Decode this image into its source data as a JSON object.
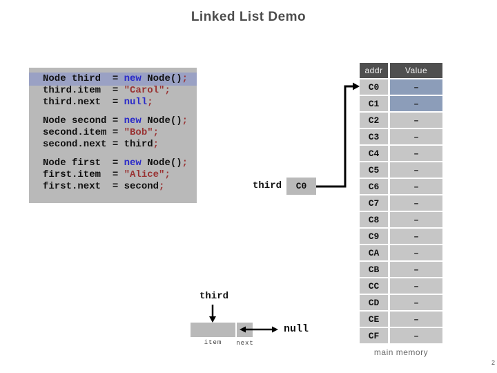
{
  "slide": {
    "title": "Linked List Demo",
    "page_number": "2"
  },
  "colors": {
    "code_bg": "#b9b9b9",
    "code_highlight": "#9aa1c4",
    "keyword_blue": "#2a2ac8",
    "string_red": "#993333",
    "table_header_bg": "#4f4f4f",
    "table_cell_bg": "#c6c6c6",
    "value_highlight_bg": "#8c9db9",
    "arrow_color": "#000000"
  },
  "code": {
    "groups": [
      [
        {
          "highlight": true,
          "tokens": [
            {
              "t": "Node third  = ",
              "c": "plain"
            },
            {
              "t": "new",
              "c": "kw"
            },
            {
              "t": " Node()",
              "c": "plain"
            },
            {
              "t": ";",
              "c": "str"
            }
          ]
        },
        {
          "tokens": [
            {
              "t": "third.item  = ",
              "c": "plain"
            },
            {
              "t": "\"Carol\"",
              "c": "str"
            },
            {
              "t": ";",
              "c": "str"
            }
          ]
        },
        {
          "tokens": [
            {
              "t": "third.next  = ",
              "c": "plain"
            },
            {
              "t": "null",
              "c": "kw"
            },
            {
              "t": ";",
              "c": "str"
            }
          ]
        }
      ],
      [
        {
          "tokens": [
            {
              "t": "Node second = ",
              "c": "plain"
            },
            {
              "t": "new",
              "c": "kw"
            },
            {
              "t": " Node()",
              "c": "plain"
            },
            {
              "t": ";",
              "c": "str"
            }
          ]
        },
        {
          "tokens": [
            {
              "t": "second.item = ",
              "c": "plain"
            },
            {
              "t": "\"Bob\"",
              "c": "str"
            },
            {
              "t": ";",
              "c": "str"
            }
          ]
        },
        {
          "tokens": [
            {
              "t": "second.next = third",
              "c": "plain"
            },
            {
              "t": ";",
              "c": "str"
            }
          ]
        }
      ],
      [
        {
          "tokens": [
            {
              "t": "Node first  = ",
              "c": "plain"
            },
            {
              "t": "new",
              "c": "kw"
            },
            {
              "t": " Node()",
              "c": "plain"
            },
            {
              "t": ";",
              "c": "str"
            }
          ]
        },
        {
          "tokens": [
            {
              "t": "first.item  = ",
              "c": "plain"
            },
            {
              "t": "\"Alice\"",
              "c": "str"
            },
            {
              "t": ";",
              "c": "str"
            }
          ]
        },
        {
          "tokens": [
            {
              "t": "first.next  = second",
              "c": "plain"
            },
            {
              "t": ";",
              "c": "str"
            }
          ]
        }
      ]
    ]
  },
  "pointer_ref": {
    "label": "third",
    "value": "C0"
  },
  "memory_table": {
    "headers": [
      "addr",
      "Value"
    ],
    "rows": [
      {
        "addr": "C0",
        "value": "–",
        "highlight": true
      },
      {
        "addr": "C1",
        "value": "–",
        "highlight": true
      },
      {
        "addr": "C2",
        "value": "–",
        "highlight": false
      },
      {
        "addr": "C3",
        "value": "–",
        "highlight": false
      },
      {
        "addr": "C4",
        "value": "–",
        "highlight": false
      },
      {
        "addr": "C5",
        "value": "–",
        "highlight": false
      },
      {
        "addr": "C6",
        "value": "–",
        "highlight": false
      },
      {
        "addr": "C7",
        "value": "–",
        "highlight": false
      },
      {
        "addr": "C8",
        "value": "–",
        "highlight": false
      },
      {
        "addr": "C9",
        "value": "–",
        "highlight": false
      },
      {
        "addr": "CA",
        "value": "–",
        "highlight": false
      },
      {
        "addr": "CB",
        "value": "–",
        "highlight": false
      },
      {
        "addr": "CC",
        "value": "–",
        "highlight": false
      },
      {
        "addr": "CD",
        "value": "–",
        "highlight": false
      },
      {
        "addr": "CE",
        "value": "–",
        "highlight": false
      },
      {
        "addr": "CF",
        "value": "–",
        "highlight": false
      }
    ],
    "caption": "main memory"
  },
  "node_diagram": {
    "pointer_label": "third",
    "item_field_label": "item",
    "next_field_label": "next",
    "null_label": "null"
  }
}
